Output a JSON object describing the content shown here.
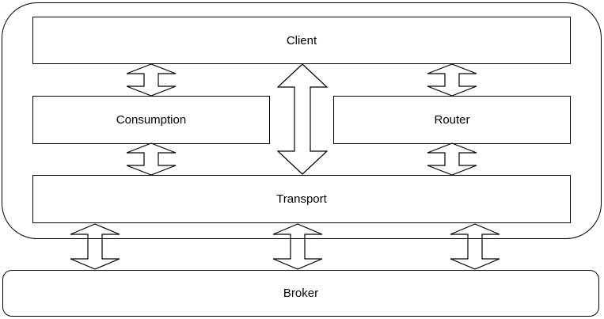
{
  "diagram": {
    "nodes": {
      "client": {
        "label": "Client"
      },
      "consumption": {
        "label": "Consumption"
      },
      "router": {
        "label": "Router"
      },
      "transport": {
        "label": "Transport"
      },
      "broker": {
        "label": "Broker"
      }
    },
    "connections": [
      {
        "from": "Client",
        "to": "Consumption",
        "bidirectional": true
      },
      {
        "from": "Client",
        "to": "Transport",
        "bidirectional": true,
        "emphasis": "large"
      },
      {
        "from": "Client",
        "to": "Router",
        "bidirectional": true
      },
      {
        "from": "Consumption",
        "to": "Transport",
        "bidirectional": true
      },
      {
        "from": "Router",
        "to": "Transport",
        "bidirectional": true
      },
      {
        "from": "Transport",
        "to": "Broker",
        "bidirectional": true,
        "position": "left"
      },
      {
        "from": "Transport",
        "to": "Broker",
        "bidirectional": true,
        "position": "middle"
      },
      {
        "from": "Transport",
        "to": "Broker",
        "bidirectional": true,
        "position": "right"
      }
    ]
  },
  "colors": {
    "stroke": "#000000",
    "background": "#ffffff"
  }
}
